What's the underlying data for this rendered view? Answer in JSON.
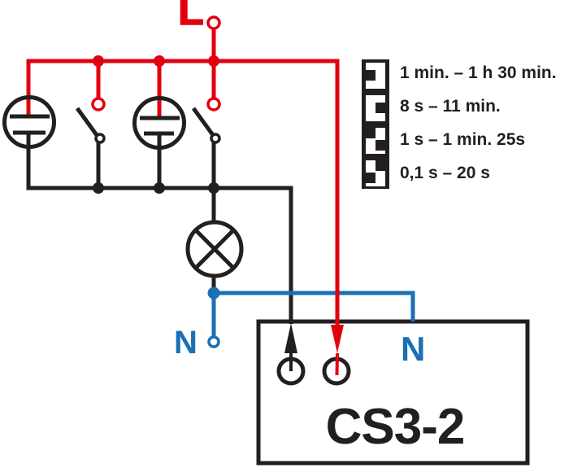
{
  "colors": {
    "wire_red": "#e2000f",
    "wire_blue": "#1b6fb5",
    "wire_black": "#231f20"
  },
  "labels": {
    "line": "L",
    "neutral": "N",
    "device_neutral": "N",
    "device_model": "CS3-2"
  },
  "icons": {
    "illuminated_pushbutton": "glow-lamp-icon",
    "pushbutton": "push-button-icon",
    "load": "lamp-icon",
    "supply_terminal": "open-terminal-icon",
    "device_terminal": "terminal-circle-icon",
    "output_direction": "arrow-up-icon",
    "input_direction": "arrow-down-icon",
    "range_selector": "dip-switch-icon"
  },
  "legend": {
    "rows": [
      {
        "range": "1 min. – 1 h 30 min.",
        "switches": [
          {
            "x": "left",
            "y": "mid"
          }
        ]
      },
      {
        "range": "8 s – 11 min.",
        "switches": [
          {
            "x": "right",
            "y": "mid"
          }
        ]
      },
      {
        "range": "1 s – 1 min. 25s",
        "switches": [
          {
            "x": "left",
            "y": "top"
          },
          {
            "x": "right",
            "y": "low"
          }
        ]
      },
      {
        "range": "0,1 s – 20 s",
        "switches": [
          {
            "x": "right",
            "y": "top"
          },
          {
            "x": "left",
            "y": "low"
          }
        ]
      }
    ]
  }
}
